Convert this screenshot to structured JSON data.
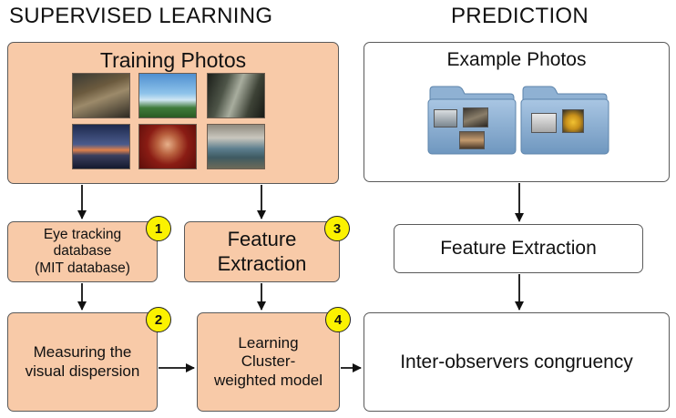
{
  "titles": {
    "supervised": "SUPERVISED LEARNING",
    "prediction": "PREDICTION"
  },
  "training": {
    "label": "Training Photos"
  },
  "example": {
    "label": "Example Photos"
  },
  "eye_tracking": {
    "line1": "Eye tracking",
    "line2": "database",
    "line3": "(MIT database)",
    "badge": "1"
  },
  "dispersion": {
    "line1": "Measuring the",
    "line2": "visual dispersion",
    "badge": "2"
  },
  "feature_left": {
    "line1": "Feature",
    "line2": "Extraction",
    "badge": "3"
  },
  "learning": {
    "line1": "Learning",
    "line2": "Cluster-",
    "line3": "weighted model",
    "badge": "4"
  },
  "feature_right": {
    "label": "Feature Extraction"
  },
  "congruency": {
    "label": "Inter-observers congruency"
  },
  "colors": {
    "box_fill": "#f8caa8",
    "badge_fill": "#fbf200",
    "folder_blue": "#7fa6cc"
  }
}
